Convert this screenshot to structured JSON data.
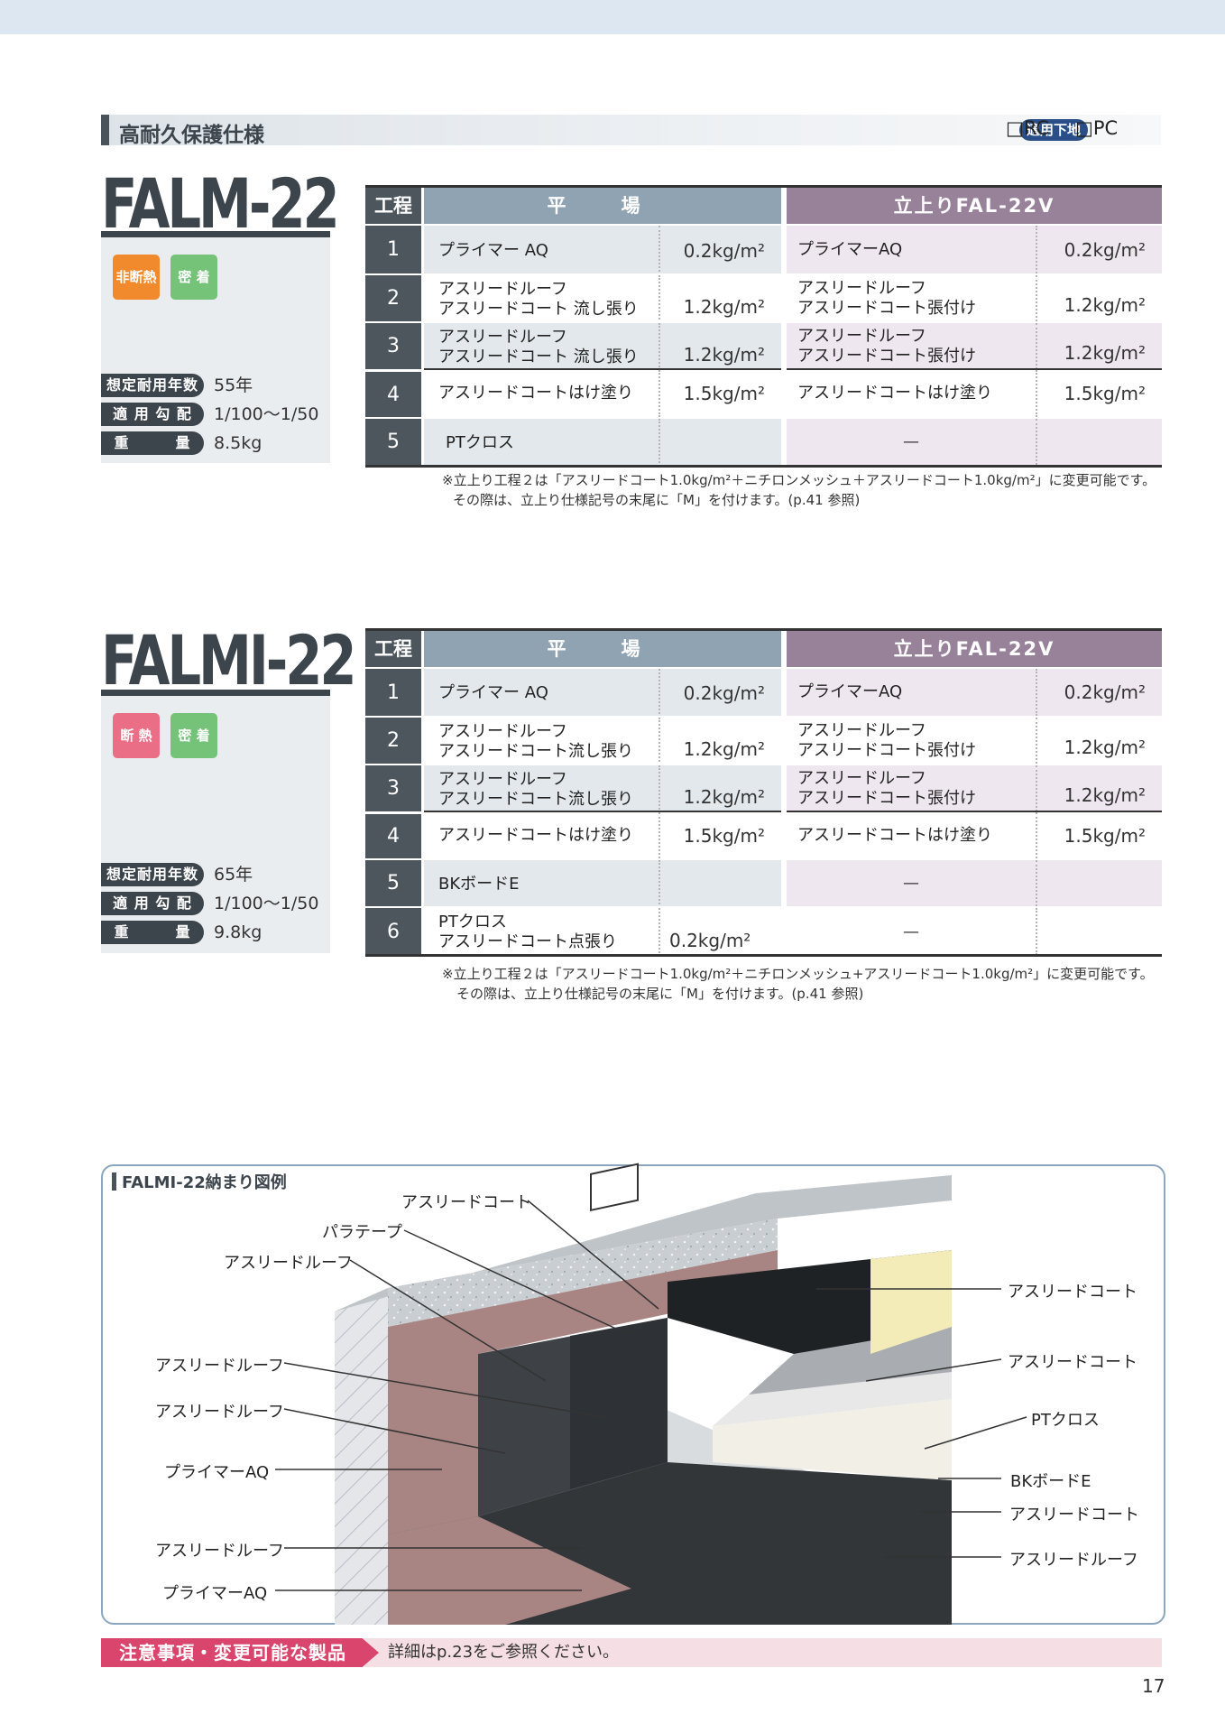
{
  "header": {
    "title": "高耐久保護仕様",
    "substrate_label": "適用下地",
    "substrate_options": [
      {
        "check": "□",
        "label": "RC"
      },
      {
        "check": "□",
        "label": "PC"
      }
    ]
  },
  "spec1": {
    "code": "FALM-22",
    "tags": [
      "非断熱",
      "密 着"
    ],
    "info": [
      {
        "label": "想定耐用年数",
        "value": "55年"
      },
      {
        "label": "適 用 勾 配",
        "value": "1/100〜1/50"
      },
      {
        "label": "重　　　量",
        "value": "8.5kg"
      }
    ],
    "table": {
      "headers": {
        "step": "工程",
        "flat": "平　場",
        "up": "立上りFAL-22V"
      },
      "rows": [
        {
          "step": "1",
          "flat_name": [
            "プライマー AQ"
          ],
          "flat_amt": "0.2kg/m²",
          "up_name": [
            "プライマーAQ"
          ],
          "up_amt": "0.2kg/m²"
        },
        {
          "step": "2",
          "flat_name": [
            "アスリードルーフ",
            "アスリードコート 流し張り"
          ],
          "flat_amt": "1.2kg/m²",
          "up_name": [
            "アスリードルーフ",
            "アスリードコート張付け"
          ],
          "up_amt": "1.2kg/m²"
        },
        {
          "step": "3",
          "flat_name": [
            "アスリードルーフ",
            "アスリードコート 流し張り"
          ],
          "flat_amt": "1.2kg/m²",
          "up_name": [
            "アスリードルーフ",
            "アスリードコート張付け"
          ],
          "up_amt": "1.2kg/m²"
        },
        {
          "step": "4",
          "flat_name": [
            "アスリードコートはけ塗り"
          ],
          "flat_amt": "1.5kg/m²",
          "up_name": [
            "アスリードコートはけ塗り"
          ],
          "up_amt": "1.5kg/m²"
        },
        {
          "step": "5",
          "flat_name": [
            "PTクロス"
          ],
          "flat_amt": "",
          "up_name": [
            "—"
          ],
          "up_amt": ""
        }
      ]
    },
    "notes": [
      "※立上り工程２は「アスリードコート1.0kg/m²＋ニチロンメッシュ＋アスリードコート1.0kg/m²」に変更可能です。",
      "その際は、立上り仕様記号の末尾に「M」を付けます。(p.41 参照)"
    ]
  },
  "spec2": {
    "code": "FALMI-22",
    "tags": [
      "断 熱",
      "密 着"
    ],
    "info": [
      {
        "label": "想定耐用年数",
        "value": "65年"
      },
      {
        "label": "適 用 勾 配",
        "value": "1/100〜1/50"
      },
      {
        "label": "重　　　量",
        "value": "9.8kg"
      }
    ],
    "table": {
      "headers": {
        "step": "工程",
        "flat": "平　場",
        "up": "立上りFAL-22V"
      },
      "rows": [
        {
          "step": "1",
          "flat_name": [
            "プライマー AQ"
          ],
          "flat_amt": "0.2kg/m²",
          "up_name": [
            "プライマーAQ"
          ],
          "up_amt": "0.2kg/m²"
        },
        {
          "step": "2",
          "flat_name": [
            "アスリードルーフ",
            "アスリードコート流し張り"
          ],
          "flat_amt": "1.2kg/m²",
          "up_name": [
            "アスリードルーフ",
            "アスリードコート張付け"
          ],
          "up_amt": "1.2kg/m²"
        },
        {
          "step": "3",
          "flat_name": [
            "アスリードルーフ",
            "アスリードコート流し張り"
          ],
          "flat_amt": "1.2kg/m²",
          "up_name": [
            "アスリードルーフ",
            "アスリードコート張付け"
          ],
          "up_amt": "1.2kg/m²"
        },
        {
          "step": "4",
          "flat_name": [
            "アスリードコートはけ塗り"
          ],
          "flat_amt": "1.5kg/m²",
          "up_name": [
            "アスリードコートはけ塗り"
          ],
          "up_amt": "1.5kg/m²"
        },
        {
          "step": "5",
          "flat_name": [
            "BKボードE"
          ],
          "flat_amt": "",
          "up_name": [
            "—"
          ],
          "up_amt": ""
        },
        {
          "step": "6",
          "flat_name": [
            "PTクロス",
            "アスリードコート点張り"
          ],
          "flat_amt": "0.2kg/m²",
          "up_name": [
            "—"
          ],
          "up_amt": ""
        }
      ]
    },
    "notes": [
      "※立上り工程２は「アスリードコート1.0kg/m²＋ニチロンメッシュ+アスリードコート1.0kg/m²」に変更可能です。",
      "その際は、立上り仕様記号の末尾に「M」を付けます。(p.41 参照)"
    ]
  },
  "diagram": {
    "title_code": "FALMI-22",
    "title_suffix": "納まり図例",
    "labels": {
      "top_coat": "アスリードコート",
      "para_tape": "パラテープ",
      "top_roof": "アスリードルーフ",
      "left_roof1": "アスリードルーフ",
      "left_roof2": "アスリードルーフ",
      "left_primer1": "プライマーAQ",
      "left_roof3": "アスリードルーフ",
      "left_primer2": "プライマーAQ",
      "right_coat1": "アスリードコート",
      "right_coat2": "アスリードコート",
      "right_pt": "PTクロス",
      "right_bk": "BKボードE",
      "right_coat3": "アスリードコート",
      "right_roof": "アスリードルーフ"
    }
  },
  "caution": {
    "badge": "注意事項・変更可能な製品",
    "text": "詳細はp.23をご参照ください。"
  },
  "page_number": "17",
  "colors": {
    "dark": "#4d555d",
    "flat_header": "#8fa3b3",
    "up_header": "#97829a",
    "flat_bg": "#e2e8ec",
    "up_bg": "#efe7f0",
    "tag_orange": "#f08a2c",
    "tag_green": "#74c379",
    "tag_pink": "#ea6f86",
    "caution": "#d9456c"
  }
}
